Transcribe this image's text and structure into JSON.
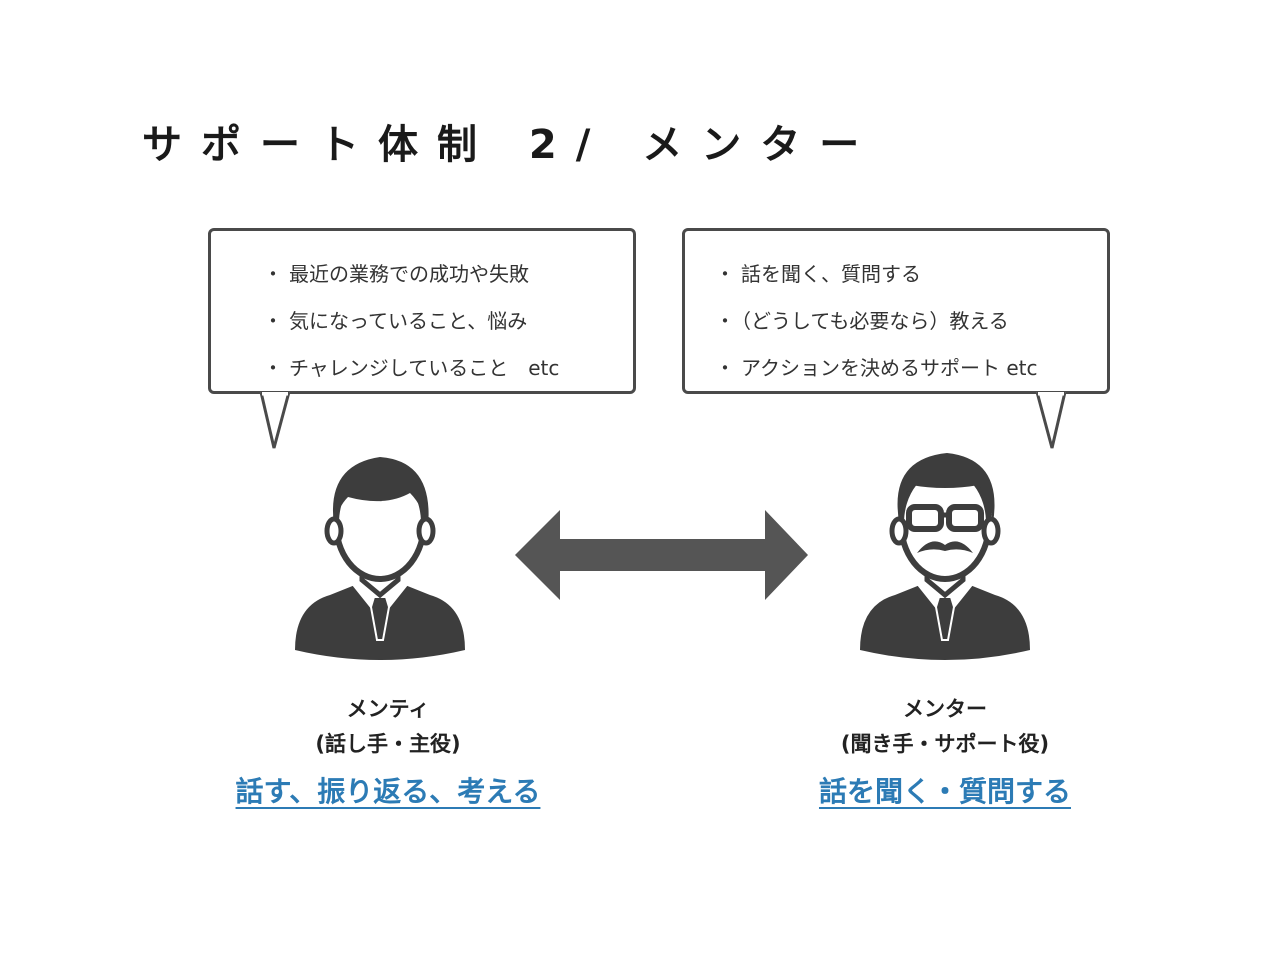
{
  "title": "サポート体制 2/ メンター",
  "mentee": {
    "bubble_items": [
      "最近の業務での成功や失敗",
      "気になっていること、悩み",
      "チャレンジしていること　etc"
    ],
    "name": "メンティ",
    "role": "(話し手・主役)",
    "action": "話す、振り返る、考える"
  },
  "mentor": {
    "bubble_items": [
      "話を聞く、質問する",
      "（どうしても必要なら）教える",
      "アクションを決めるサポート etc"
    ],
    "name": "メンター",
    "role": "(聞き手・サポート役)",
    "action": "話を聞く・質問する"
  },
  "bullet": "・",
  "icons": {
    "mentee": "person-icon",
    "mentor": "person-with-glasses-mustache-icon",
    "arrow": "double-arrow-icon"
  },
  "colors": {
    "figure": "#3d3d3d",
    "arrow": "#555555",
    "link": "#2c7bb5"
  }
}
